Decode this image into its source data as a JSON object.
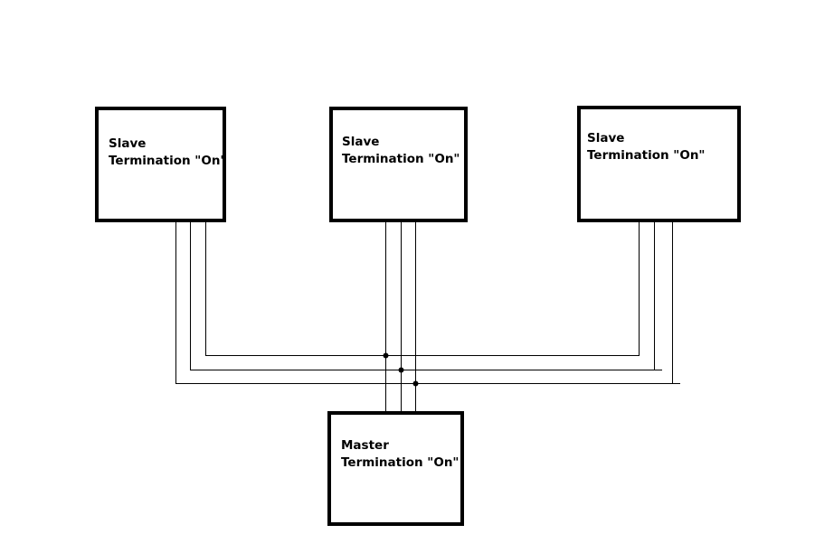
{
  "diagram": {
    "slaves": [
      {
        "line1": "Slave",
        "line2": "Termination \"On\""
      },
      {
        "line1": "Slave",
        "line2": "Termination \"On\""
      },
      {
        "line1": "Slave",
        "line2": "Termination \"On\""
      }
    ],
    "master": {
      "line1": "Master",
      "line2": "Termination \"On\""
    }
  }
}
